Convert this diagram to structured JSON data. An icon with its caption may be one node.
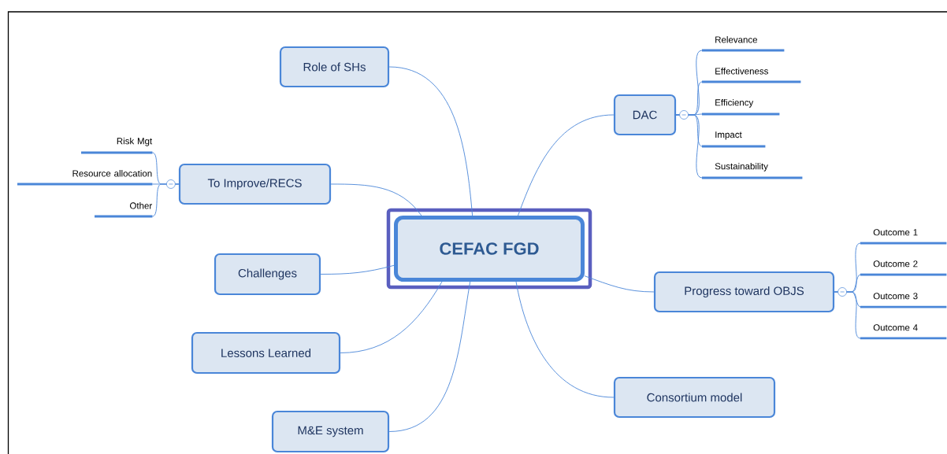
{
  "diagram": {
    "nodes": [
      {
        "text": [
          "CEFAC FGD"
        ]
      },
      {
        "text": [
          "Role of SHs"
        ]
      },
      {
        "text": [
          "To Improve/RECS"
        ]
      },
      {
        "text": [
          "Challenges"
        ]
      },
      {
        "text": [
          "Lessons Learned"
        ]
      },
      {
        "text": [
          "M&E system"
        ]
      },
      {
        "text": [
          "DAC"
        ]
      },
      {
        "text": [
          "Progress toward OBJS"
        ]
      },
      {
        "text": [
          "Consortium model"
        ]
      },
      {
        "text": [
          "Risk Mgt"
        ]
      },
      {
        "text": [
          "Resource allocation"
        ]
      },
      {
        "text": [
          "Other"
        ]
      },
      {
        "text": [
          "Relevance"
        ]
      },
      {
        "text": [
          "Effectiveness"
        ]
      },
      {
        "text": [
          "Efficiency"
        ]
      },
      {
        "text": [
          "Impact"
        ]
      },
      {
        "text": [
          "Sustainability"
        ]
      },
      {
        "text": [
          "Outcome 1"
        ]
      },
      {
        "text": [
          "Outcome 2"
        ]
      },
      {
        "text": [
          "Outcome 3"
        ]
      },
      {
        "text": [
          "Outcome 4"
        ]
      }
    ],
    "edges": [
      {
        "from": 0,
        "to": 1,
        "arrow": "none"
      },
      {
        "from": 0,
        "to": 2,
        "arrow": "none"
      },
      {
        "from": 0,
        "to": 3,
        "arrow": "none"
      },
      {
        "from": 0,
        "to": 4,
        "arrow": "none"
      },
      {
        "from": 0,
        "to": 5,
        "arrow": "none"
      },
      {
        "from": 0,
        "to": 6,
        "arrow": "none"
      },
      {
        "from": 0,
        "to": 7,
        "arrow": "none"
      },
      {
        "from": 0,
        "to": 8,
        "arrow": "none"
      },
      {
        "from": 2,
        "to": 9,
        "arrow": "none"
      },
      {
        "from": 2,
        "to": 10,
        "arrow": "none"
      },
      {
        "from": 2,
        "to": 11,
        "arrow": "none"
      },
      {
        "from": 6,
        "to": 12,
        "arrow": "none"
      },
      {
        "from": 6,
        "to": 13,
        "arrow": "none"
      },
      {
        "from": 6,
        "to": 14,
        "arrow": "none"
      },
      {
        "from": 6,
        "to": 15,
        "arrow": "none"
      },
      {
        "from": 6,
        "to": 16,
        "arrow": "none"
      },
      {
        "from": 7,
        "to": 17,
        "arrow": "none"
      },
      {
        "from": 7,
        "to": 18,
        "arrow": "none"
      },
      {
        "from": 7,
        "to": 19,
        "arrow": "none"
      },
      {
        "from": 7,
        "to": 20,
        "arrow": "none"
      }
    ]
  }
}
